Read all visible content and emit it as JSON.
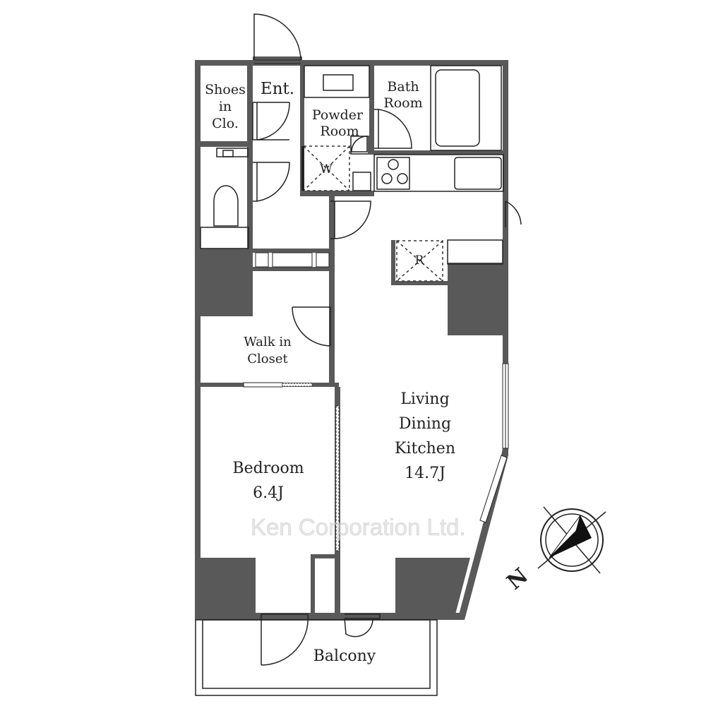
{
  "rooms": {
    "shoes_closet": [
      "Shoes",
      "in",
      "Clo."
    ],
    "entrance": "Ent.",
    "powder_room": [
      "Powder",
      "Room"
    ],
    "bath_room": [
      "Bath",
      "Room"
    ],
    "washer": "W",
    "refrigerator": "R",
    "walk_in_closet": [
      "Walk in",
      "Closet"
    ],
    "living_dining_kitchen": [
      "Living",
      "Dining",
      "Kitchen",
      "14.7J"
    ],
    "bedroom": [
      "Bedroom",
      "6.4J"
    ],
    "balcony": "Balcony"
  },
  "compass": {
    "label": "N"
  },
  "watermark": "Ken Corporation Ltd.",
  "colors": {
    "wall": "#595959",
    "line": "#222222",
    "background": "#ffffff"
  }
}
